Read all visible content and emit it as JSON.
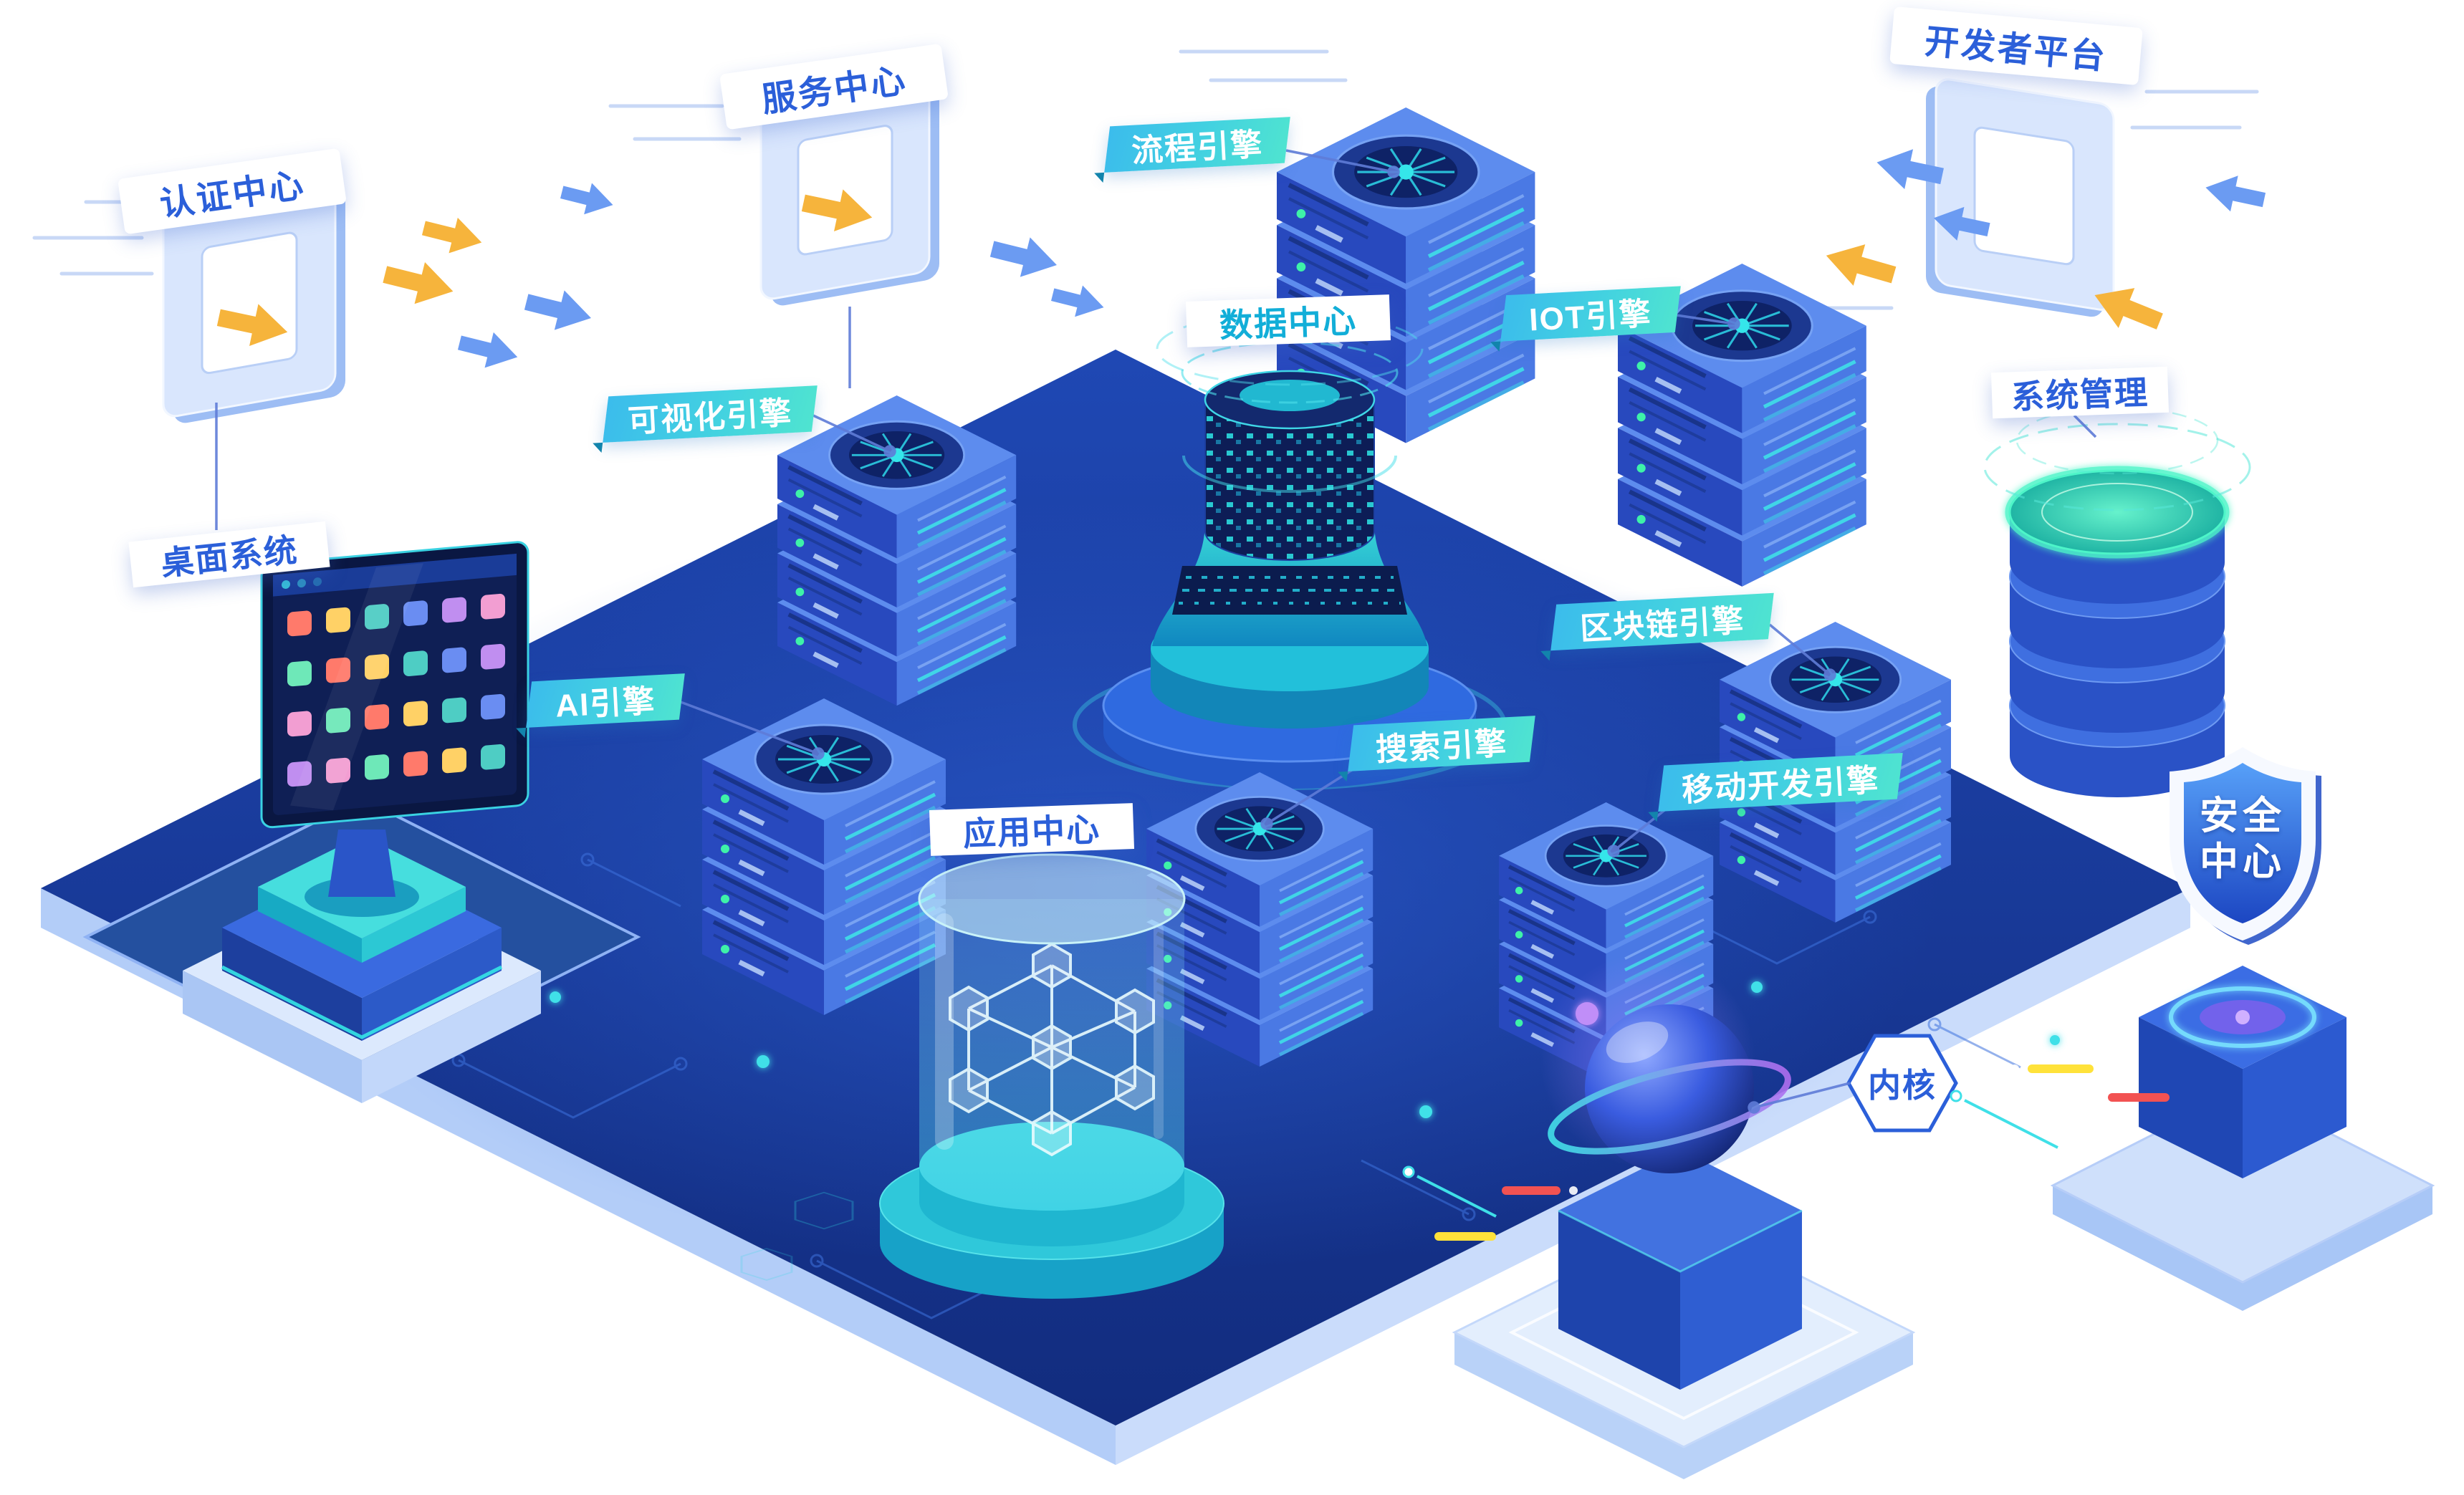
{
  "signs": {
    "auth_center": "认证中心",
    "service_center": "服务中心",
    "developer_platform": "开发者平台"
  },
  "labels": {
    "process_engine": "流程引擎",
    "data_center": "数据中心",
    "iot_engine": "IOT引擎",
    "system_management": "系统管理",
    "visualization_engine": "可视化引擎",
    "ai_engine": "AI引擎",
    "search_engine": "搜索引擎",
    "blockchain_engine": "区块链引擎",
    "mobile_dev_engine": "移动开发引擎",
    "desktop_system": "桌面系统",
    "app_center": "应用中心",
    "kernel": "内核"
  },
  "security_shield": {
    "line1": "安全",
    "line2": "中心"
  },
  "colors": {
    "platform_blue": "#16339b",
    "ribbon_gradient_start": "#3bbcec",
    "ribbon_gradient_end": "#4fe4d0",
    "label_text_blue": "#2b5fd9",
    "accent_cyan": "#3fe0e8",
    "arrow_yellow": "#f6b43c",
    "arrow_blue": "#6b9bf2"
  }
}
